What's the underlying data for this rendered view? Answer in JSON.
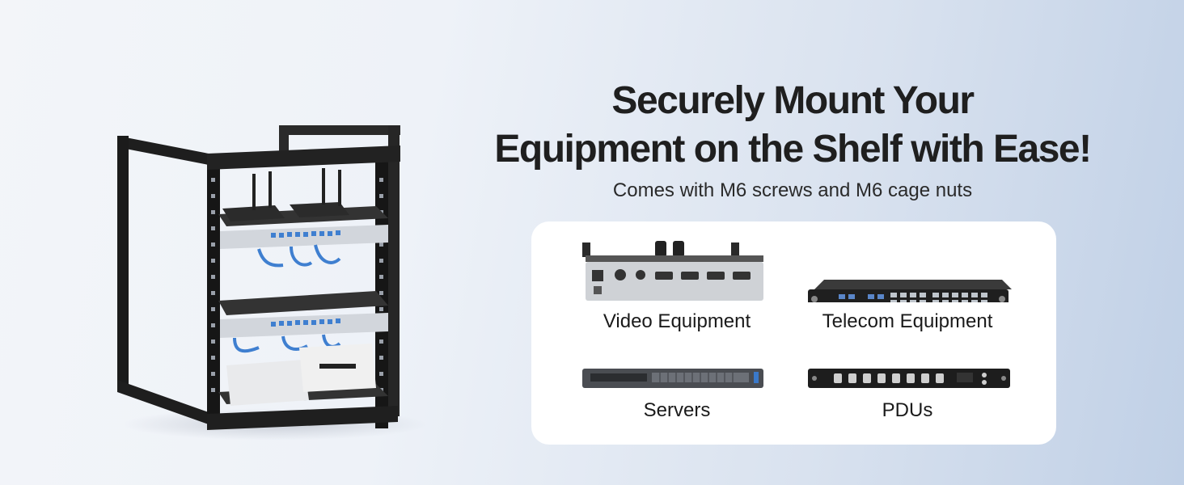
{
  "headline": {
    "line1": "Securely Mount Your",
    "line2": "Equipment on the Shelf with Ease!"
  },
  "subtitle": "Comes with M6 screws and M6 cage nuts",
  "equipment": [
    {
      "label": "Video Equipment",
      "icon": "video-switcher-icon"
    },
    {
      "label": "Telecom Equipment",
      "icon": "network-switch-icon"
    },
    {
      "label": "Servers",
      "icon": "server-icon"
    },
    {
      "label": "PDUs",
      "icon": "pdu-icon"
    }
  ],
  "colors": {
    "text": "#1f1f1f",
    "rack_frame": "#1b1b1b",
    "cable_blue": "#3f7fd0",
    "card": "#ffffff"
  }
}
